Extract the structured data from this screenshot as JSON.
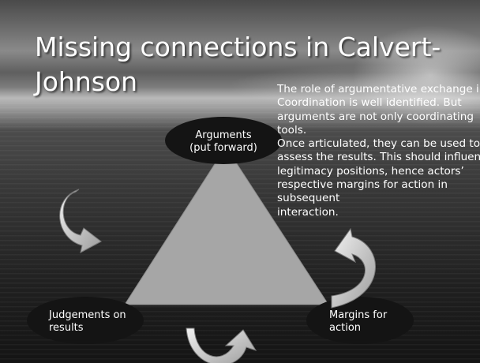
{
  "slide": {
    "title_line1": "Missing connections in Calvert-",
    "title_line2": "Johnson",
    "body_lines": [
      "The role of argumentative exchange in",
      "Coordination is well identified. But",
      "arguments are not only coordinating",
      "tools.",
      "Once articulated, they can be used to",
      "assess the results. This should influence",
      "legitimacy positions, hence actors’",
      "respective margins for action in",
      "subsequent",
      "interaction."
    ]
  },
  "diagram": {
    "nodes": {
      "top": {
        "line1": "Arguments",
        "line2": "(put forward)"
      },
      "left": {
        "line1": "Judgements on",
        "line2": "results"
      },
      "right": {
        "line1": "Margins for",
        "line2": "action"
      }
    },
    "colors": {
      "triangle": "#a6a6a6",
      "ellipse": "#141414",
      "arrow_fill": "#dcdcdc",
      "arrow_stroke": "#7a7a7a"
    },
    "icons": [
      "curved-arrow-icon"
    ]
  }
}
